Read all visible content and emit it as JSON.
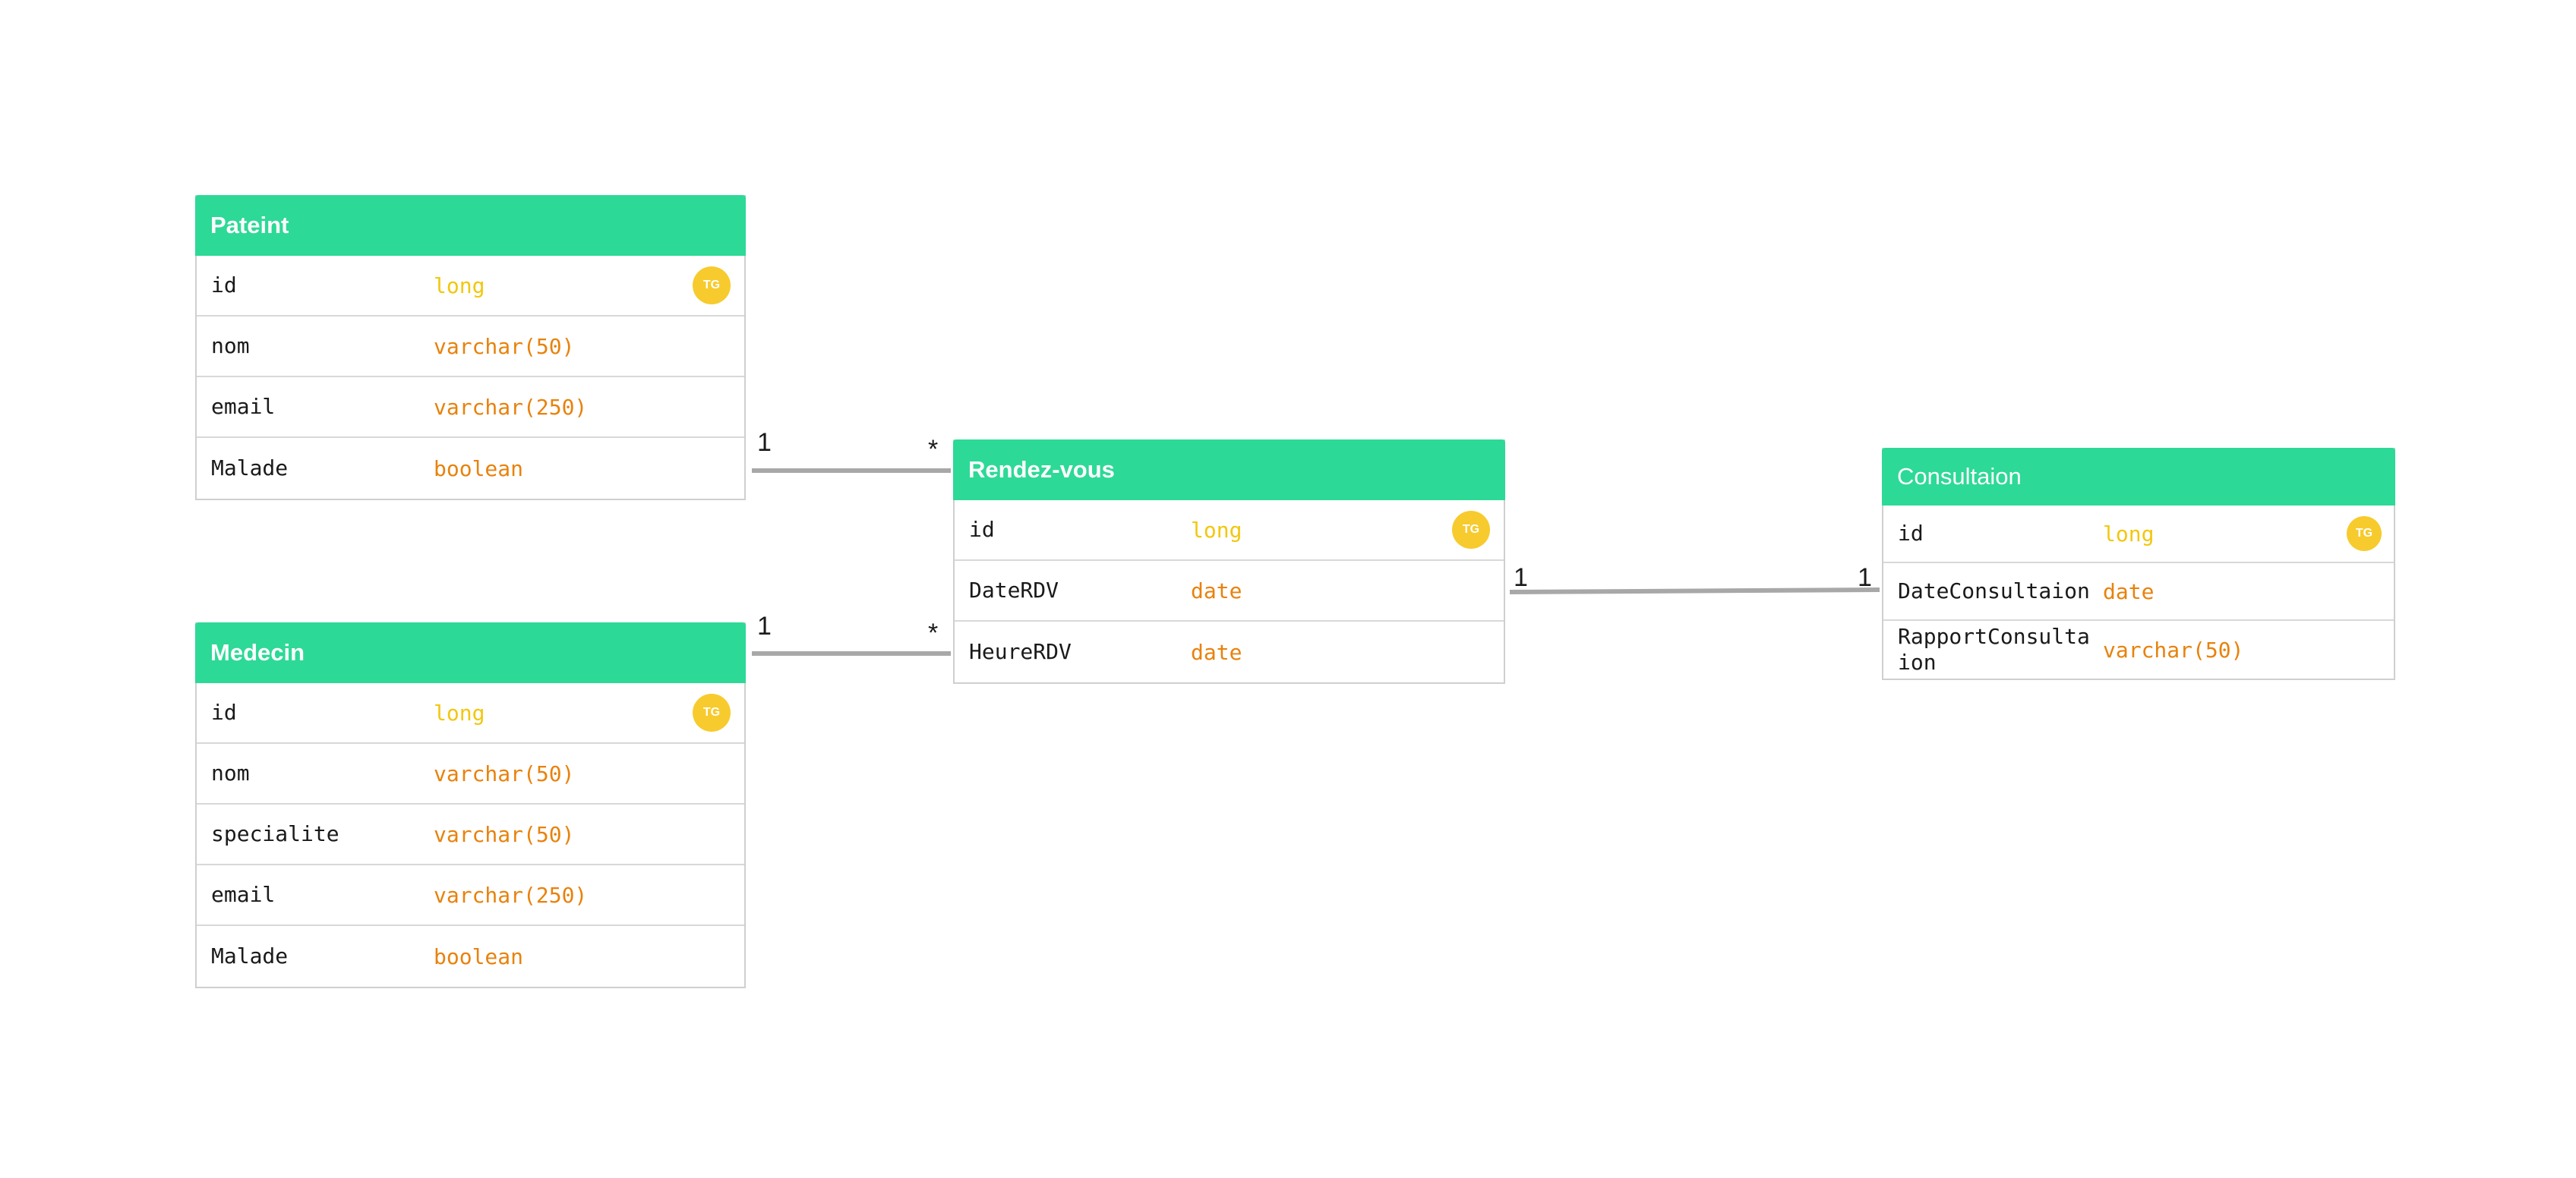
{
  "tables": {
    "pateint": {
      "title": "Pateint",
      "columns": [
        {
          "name": "id",
          "type": "long"
        },
        {
          "name": "nom",
          "type": "varchar(50)"
        },
        {
          "name": "email",
          "type": "varchar(250)"
        },
        {
          "name": "Malade",
          "type": "boolean"
        }
      ]
    },
    "medecin": {
      "title": "Medecin",
      "columns": [
        {
          "name": "id",
          "type": "long"
        },
        {
          "name": "nom",
          "type": "varchar(50)"
        },
        {
          "name": "specialite",
          "type": "varchar(50)"
        },
        {
          "name": "email",
          "type": "varchar(250)"
        },
        {
          "name": "Malade",
          "type": "boolean"
        }
      ]
    },
    "rendezvous": {
      "title": "Rendez-vous",
      "columns": [
        {
          "name": "id",
          "type": "long"
        },
        {
          "name": "DateRDV",
          "type": "date"
        },
        {
          "name": "HeureRDV",
          "type": "date"
        }
      ]
    },
    "consultaion": {
      "title": "Consultaion",
      "columns": [
        {
          "name": "id",
          "type": "long"
        },
        {
          "name": "DateConsultaion",
          "type": "date"
        },
        {
          "name": "RapportConsulta\nion",
          "type": "varchar(50)"
        }
      ]
    }
  },
  "tag_label": "TG",
  "relationships": [
    {
      "from": "Pateint",
      "to": "Rendez-vous",
      "from_card": "1",
      "to_card": "*"
    },
    {
      "from": "Medecin",
      "to": "Rendez-vous",
      "from_card": "1",
      "to_card": "*"
    },
    {
      "from": "Rendez-vous",
      "to": "Consultaion",
      "from_card": "1",
      "to_card": "1"
    }
  ],
  "colors": {
    "header": "#2dd996",
    "type": "#e8820c",
    "pk_type": "#f2c70f",
    "tag": "#f7cb2d",
    "line": "#a8a8a8"
  }
}
